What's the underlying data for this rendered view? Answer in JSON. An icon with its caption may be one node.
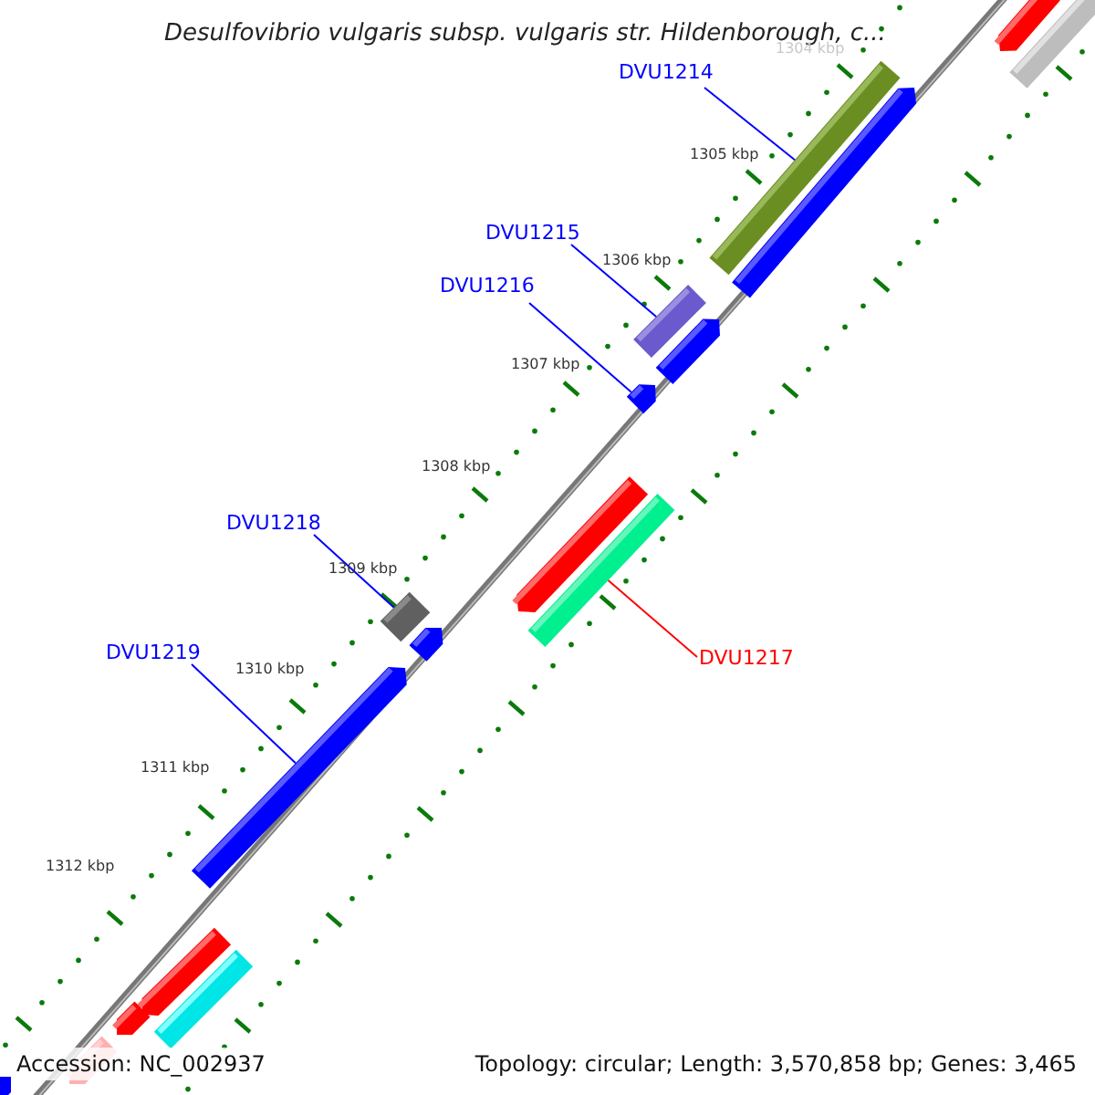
{
  "diagram": {
    "title": "Desulfovibrio vulgaris subsp. vulgaris str. Hildenborough, c...",
    "nodes": [
      {
        "text": [
          "DVU1214"
        ]
      },
      {
        "text": [
          "DVU1215"
        ]
      },
      {
        "text": [
          "DVU1216"
        ]
      },
      {
        "text": [
          "DVU1218"
        ]
      },
      {
        "text": [
          "DVU1219"
        ]
      },
      {
        "text": [
          "DVU1217"
        ]
      },
      {
        "text": [],
        "shape": "bar"
      },
      {
        "text": [],
        "shape": "bar"
      },
      {
        "text": [],
        "shape": "bar"
      },
      {
        "text": [],
        "shape": "bar"
      },
      {
        "text": [],
        "shape": "bar"
      },
      {
        "text": [],
        "shape": "bar"
      },
      {
        "text": [],
        "shape": "bar"
      },
      {
        "text": [],
        "shape": "bar"
      },
      {
        "text": [],
        "shape": "bar"
      },
      {
        "text": [],
        "shape": "bar"
      },
      {
        "text": [],
        "shape": "bar"
      },
      {
        "text": [],
        "shape": "bar"
      },
      {
        "text": [],
        "shape": "bar"
      },
      {
        "text": [],
        "shape": "bar"
      },
      {
        "text": [],
        "shape": "bar"
      },
      {
        "text": [],
        "shape": "bar"
      },
      {
        "text": [],
        "shape": "bar"
      }
    ],
    "edges": [
      {
        "from": 0,
        "to": 8,
        "arrow": "none"
      },
      {
        "from": 1,
        "to": 10,
        "arrow": "none"
      },
      {
        "from": 2,
        "to": 12,
        "arrow": "none"
      },
      {
        "from": 3,
        "to": 15,
        "arrow": "none"
      },
      {
        "from": 4,
        "to": 17,
        "arrow": "none"
      },
      {
        "from": 5,
        "to": 14,
        "arrow": "none",
        "color": "#ff0000"
      }
    ],
    "labels": [
      "1304 kbp",
      "1305 kbp",
      "1306 kbp",
      "1307 kbp",
      "1308 kbp",
      "1309 kbp",
      "1310 kbp",
      "1311 kbp",
      "1312 kbp",
      "Accession: NC_002937",
      "Topology: circular; Length: 3,570,858 bp; Genes: 3,465"
    ]
  }
}
